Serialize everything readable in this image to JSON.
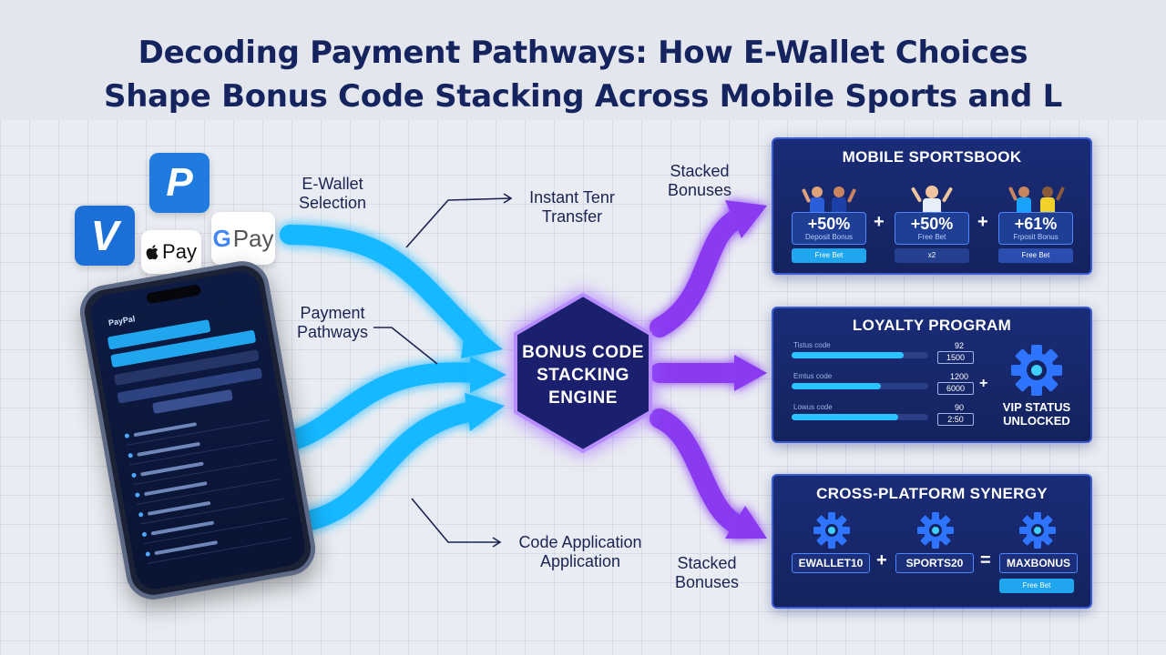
{
  "title": {
    "line1": "Decoding Payment Pathways: How E-Wallet Choices",
    "line2": "Shape Bonus Code Stacking Across Mobile Sports and L"
  },
  "wallets": {
    "paypal_glyph": "P",
    "venmo_glyph": "V",
    "apple_pay": "Pay",
    "google_g": "G",
    "google_pay": "Pay"
  },
  "phone": {
    "brand": "PayPal"
  },
  "flow_labels": {
    "ewallet_selection": "E-Wallet\nSelection",
    "payment_pathways": "Payment\nPathways",
    "instant_transfer": "Instant Tenr\nTransfer",
    "code_application": "Code Application\nApplication",
    "stacked_top": "Stacked\nBonuses",
    "stacked_bottom": "Stacked\nBonuses"
  },
  "hub": {
    "label": "BONUS CODE\nSTACKING\nENGINE"
  },
  "sportsbook": {
    "title": "MOBILE SPORTSBOOK",
    "operator": "+",
    "bonuses": [
      {
        "pct": "+50%",
        "sub": "Deposit Bonus",
        "chip": "Free Bet"
      },
      {
        "pct": "+50%",
        "sub": "Free Bet",
        "chip": "x2"
      },
      {
        "pct": "+61%",
        "sub": "Frposit Bonus",
        "chip": "Free Bet"
      }
    ]
  },
  "loyalty": {
    "title": "LOYALTY PROGRAM",
    "rows": [
      {
        "label": "Tistus code",
        "top": "92",
        "box": "1500",
        "progress": 0.82
      },
      {
        "label": "Emtus code",
        "top": "1200",
        "box": "6000",
        "progress": 0.65
      },
      {
        "label": "Lowus code",
        "top": "90",
        "box": "2:50",
        "progress": 0.78
      }
    ],
    "operator": "+",
    "vip": "VIP STATUS\nUNLOCKED"
  },
  "cross_platform": {
    "title": "CROSS-PLATFORM SYNERGY",
    "codes": [
      "EWALLET10",
      "SPORTS20",
      "MAXBONUS"
    ],
    "plus": "+",
    "equals": "=",
    "chip": "Free Bet"
  },
  "colors": {
    "title_navy": "#15245f",
    "flow_cyan": "#19b8ff",
    "flow_purple": "#8a3bf0",
    "panel_navy": "#16276a",
    "panel_border": "#3b5bd6"
  }
}
